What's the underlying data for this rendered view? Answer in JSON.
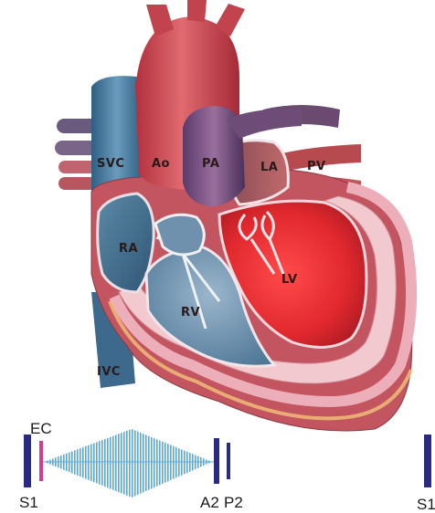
{
  "diagram": {
    "heart_labels": {
      "svc": "SVC",
      "ao": "Ao",
      "pa": "PA",
      "la": "LA",
      "pv": "PV",
      "ra": "RA",
      "rv": "RV",
      "lv": "LV",
      "ivc": "IVC"
    },
    "phonocardiogram": {
      "ec": "EC",
      "s1": "S1",
      "a2": "A2",
      "p2": "P2",
      "s1_repeat": "S1"
    },
    "colors": {
      "heart_sound_bar": "#2a2a80",
      "ejection_click": "#d63b8f",
      "murmur": "#5aa8d6"
    }
  }
}
